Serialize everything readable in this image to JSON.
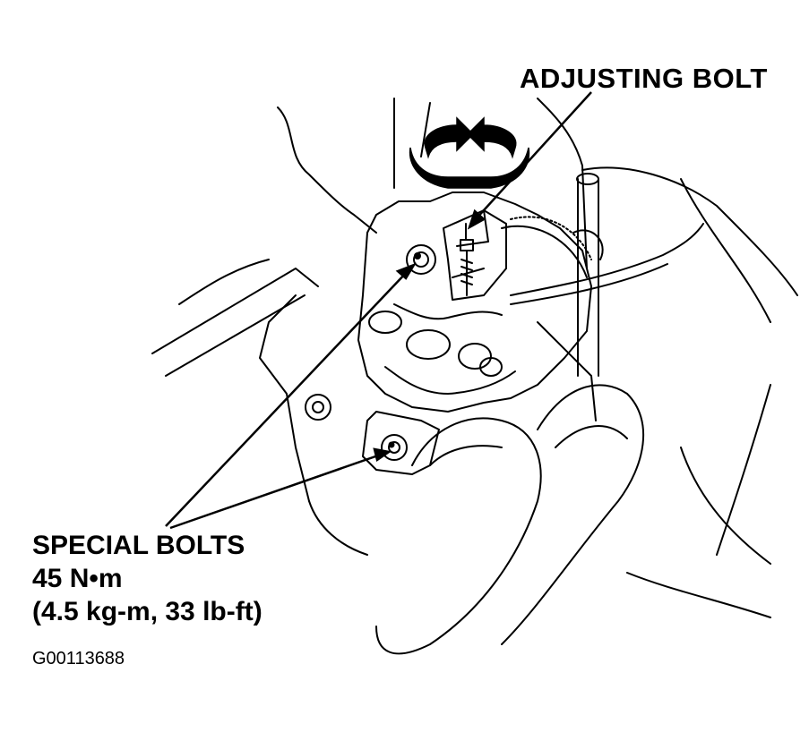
{
  "labels": {
    "adjusting_bolt": "ADJUSTING BOLT",
    "special_bolts": {
      "line1": "SPECIAL BOLTS",
      "line2": "45 N•m",
      "line3": "(4.5 kg-m, 33 lb-ft)"
    }
  },
  "figure_code": "G00113688",
  "icons": [
    "rotation-arrows-icon",
    "leader-arrow-icon"
  ],
  "colors": {
    "ink": "#000000",
    "paper": "#ffffff"
  }
}
